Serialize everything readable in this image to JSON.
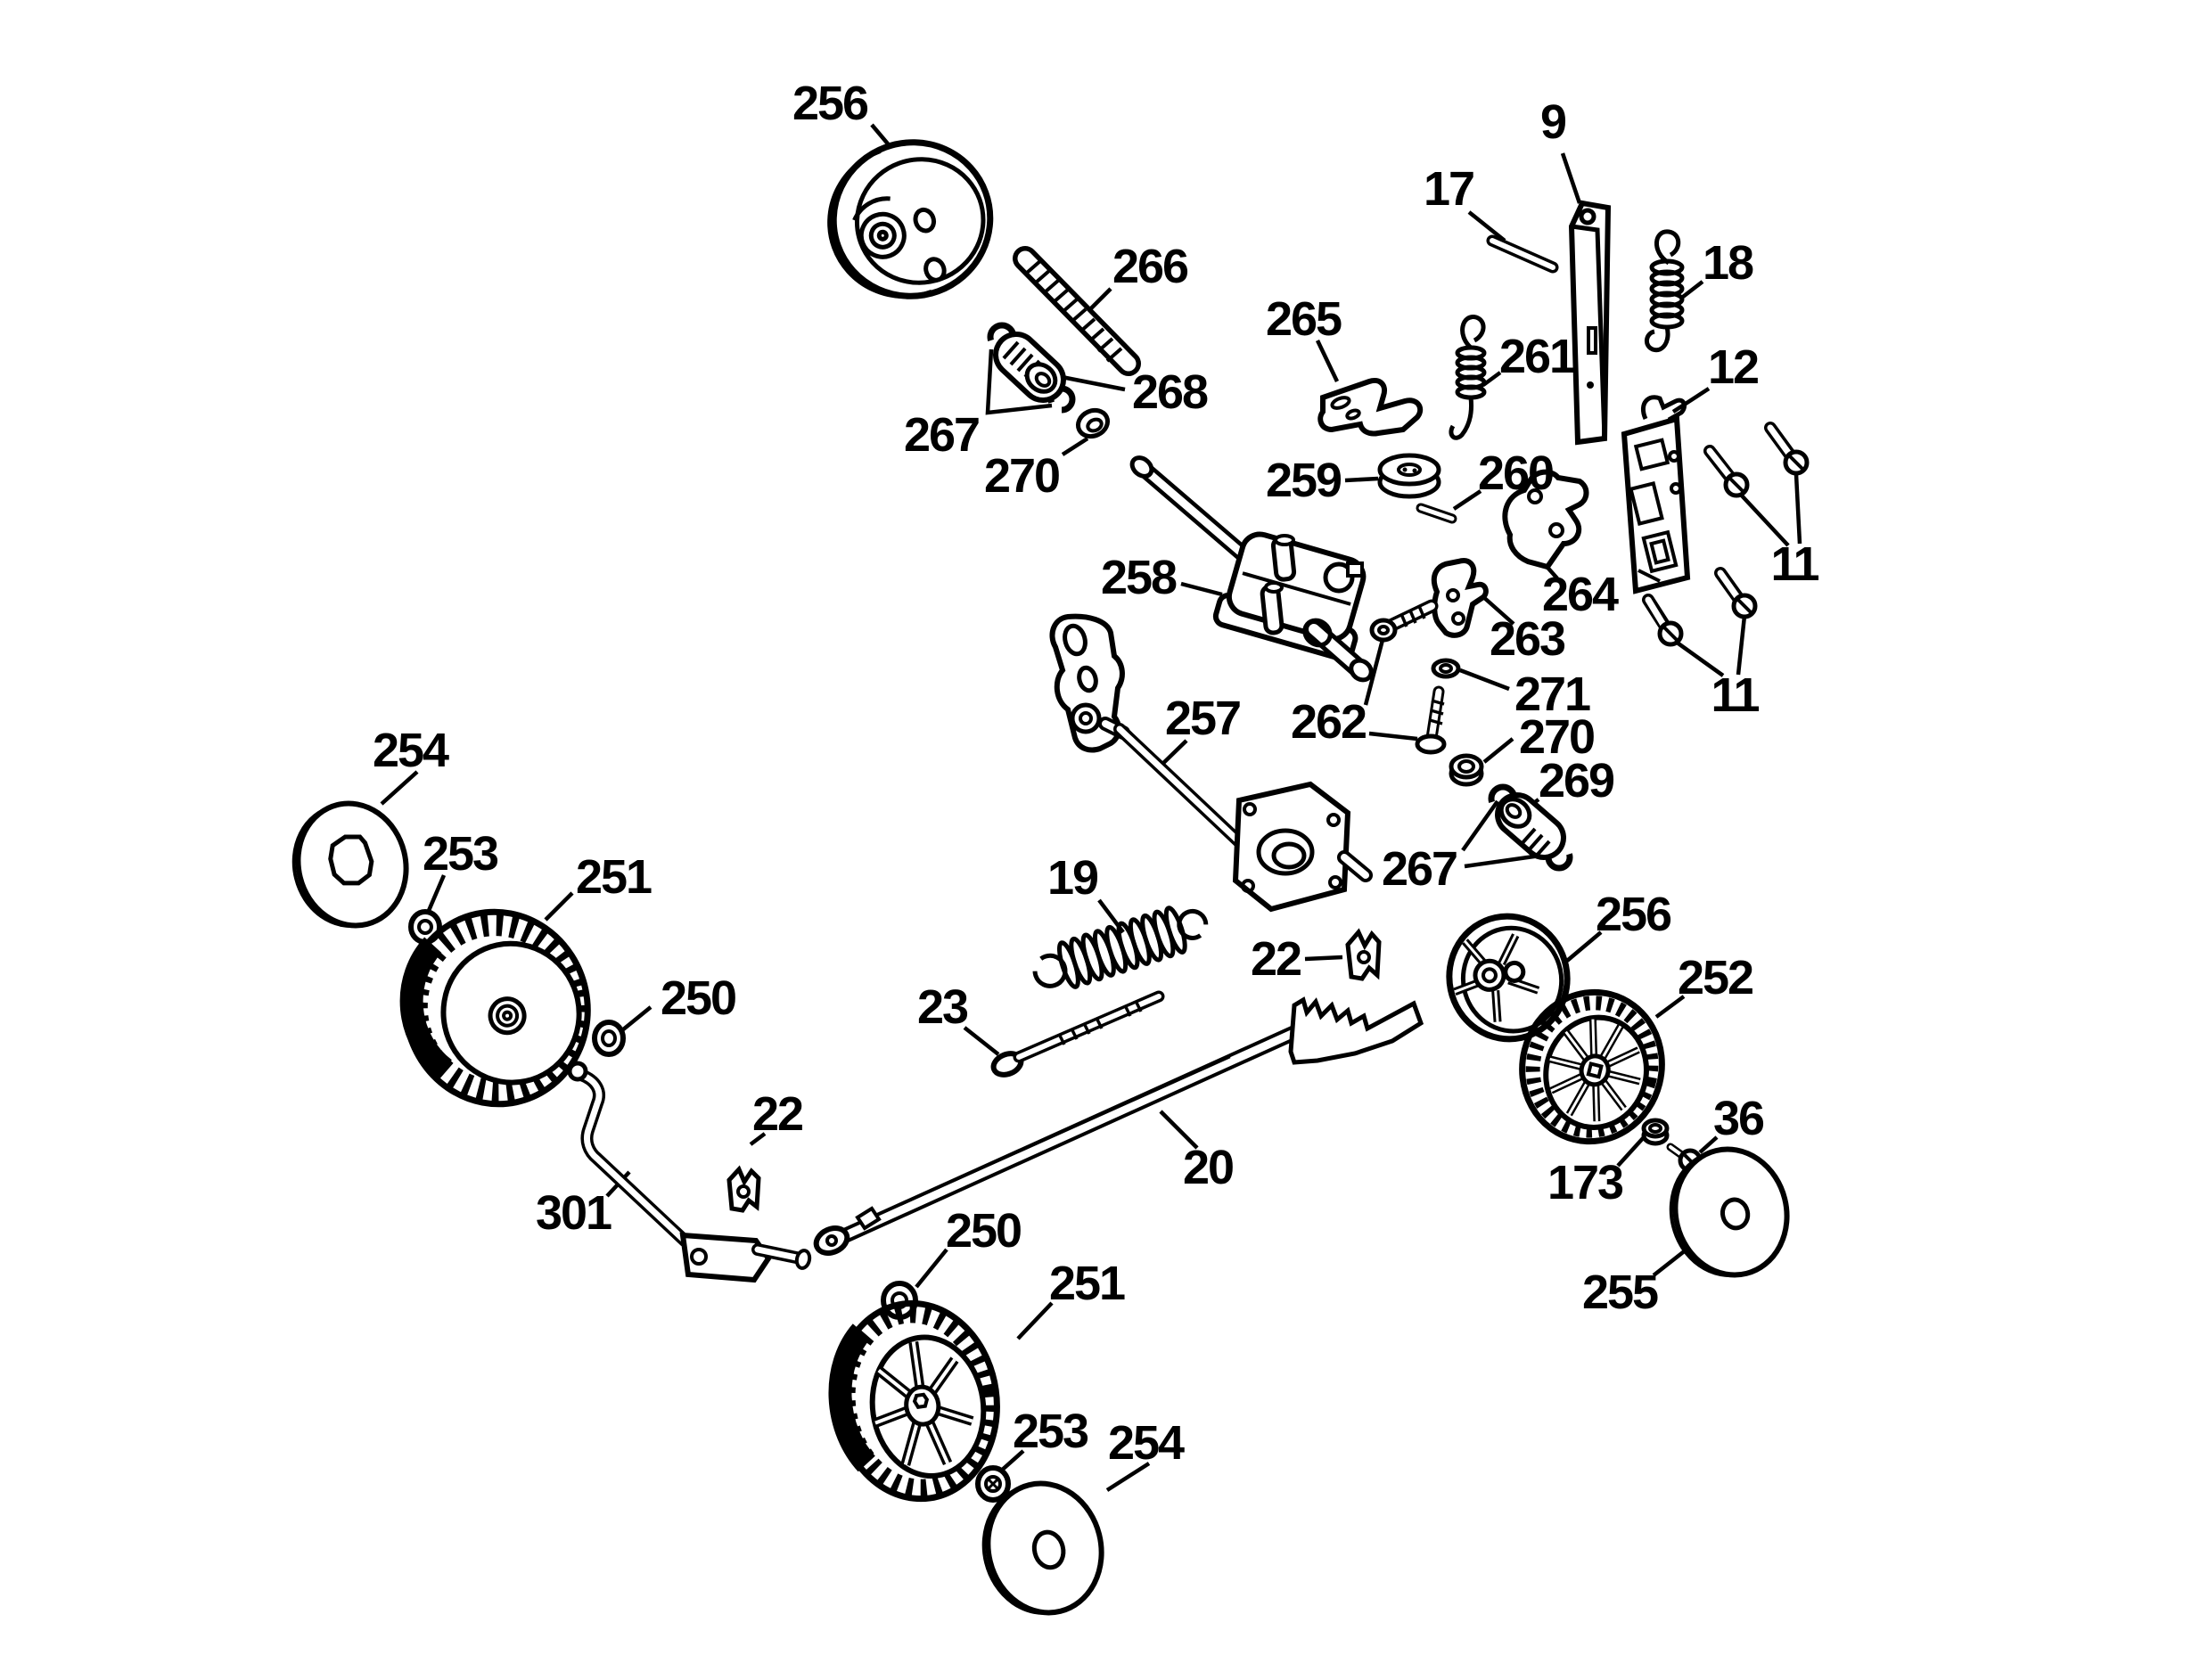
{
  "canvas": {
    "background": "#ffffff",
    "ink": "#000000",
    "description": "Exploded parts diagram of a mower drive / wheel assembly"
  },
  "callouts": [
    {
      "id": "cover-disc-top",
      "text": "256"
    },
    {
      "id": "worm-shaft",
      "text": "266"
    },
    {
      "id": "pinion-gear-top",
      "text": "268"
    },
    {
      "id": "retaining-rings-top",
      "text": "267"
    },
    {
      "id": "washer-top",
      "text": "270"
    },
    {
      "id": "pin",
      "text": "17"
    },
    {
      "id": "support-bar",
      "text": "9"
    },
    {
      "id": "spring-right",
      "text": "18"
    },
    {
      "id": "bracket-clip",
      "text": "265"
    },
    {
      "id": "spring-center",
      "text": "261"
    },
    {
      "id": "switch-plate",
      "text": "12"
    },
    {
      "id": "cable-pulley",
      "text": "259"
    },
    {
      "id": "roll-pin",
      "text": "260"
    },
    {
      "id": "idler-bracket",
      "text": "264"
    },
    {
      "id": "screws-upper",
      "text": "11"
    },
    {
      "id": "gearbox",
      "text": "258"
    },
    {
      "id": "pivot-bracket",
      "text": "263"
    },
    {
      "id": "bolts",
      "text": "262"
    },
    {
      "id": "flat-washer",
      "text": "271"
    },
    {
      "id": "lock-nut",
      "text": "270"
    },
    {
      "id": "pinion-gear-bottom",
      "text": "269"
    },
    {
      "id": "screws-lower",
      "text": "11"
    },
    {
      "id": "drive-rod",
      "text": "257"
    },
    {
      "id": "retaining-rings-bottom",
      "text": "267"
    },
    {
      "id": "hub-cap-left",
      "text": "254"
    },
    {
      "id": "washer-left-outer",
      "text": "253"
    },
    {
      "id": "wheel-left",
      "text": "251"
    },
    {
      "id": "washer-left-inner",
      "text": "250"
    },
    {
      "id": "extension-spring",
      "text": "19"
    },
    {
      "id": "clip-right",
      "text": "22"
    },
    {
      "id": "detent-rod",
      "text": "23"
    },
    {
      "id": "pulley-wheel-right",
      "text": "256"
    },
    {
      "id": "wheel-right",
      "text": "252"
    },
    {
      "id": "height-adjuster-shaft",
      "text": "20"
    },
    {
      "id": "clip-left",
      "text": "22"
    },
    {
      "id": "adjuster-rod",
      "text": "301"
    },
    {
      "id": "washer-bottom-inner",
      "text": "250"
    },
    {
      "id": "wheel-bottom",
      "text": "251"
    },
    {
      "id": "nut-flanged",
      "text": "173"
    },
    {
      "id": "screw-small",
      "text": "36"
    },
    {
      "id": "washer-bottom-outer",
      "text": "253"
    },
    {
      "id": "hub-cap-bottom",
      "text": "254"
    },
    {
      "id": "cover-disc-right",
      "text": "255"
    }
  ]
}
